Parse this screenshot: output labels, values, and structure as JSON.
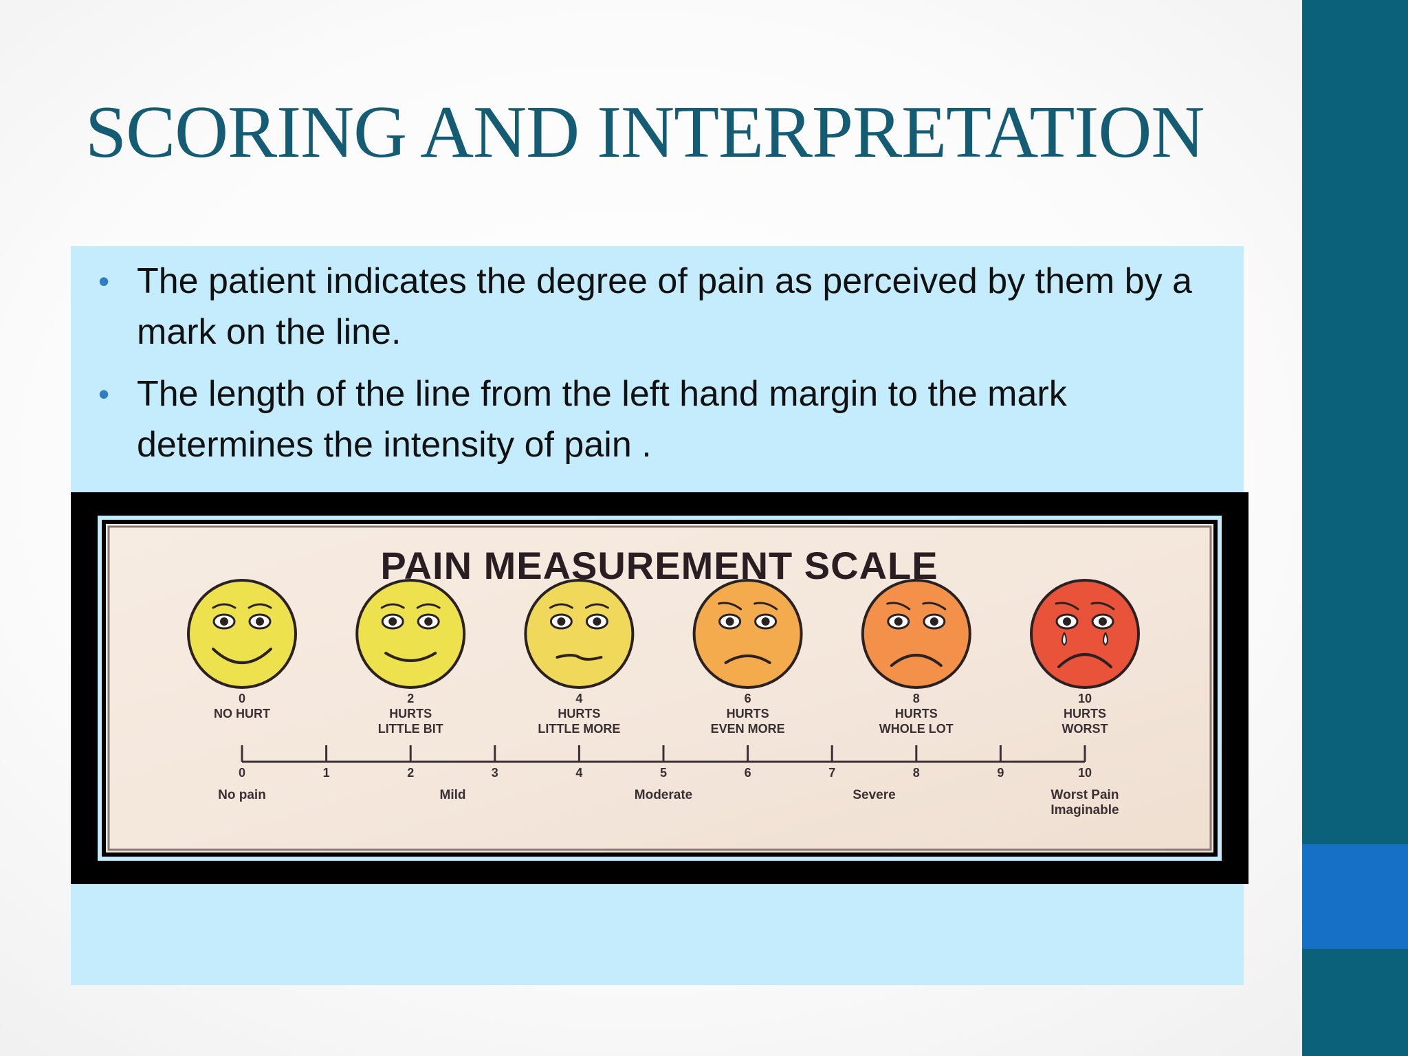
{
  "slide": {
    "title": "SCORING AND INTERPRETATION",
    "bullets": [
      "The patient indicates the degree of pain as perceived by them by a mark on the line.",
      "The length of the line from the left hand margin to the mark determines the intensity of pain ."
    ],
    "bullet_symbol": "•",
    "colors": {
      "title": "#135c74",
      "content_bg": "#c5ecfc",
      "sidebar": "#0b6179",
      "sidebar_accent": "#1670c6",
      "bullet": "#2f7ec2"
    }
  },
  "pain_scale": {
    "title": "PAIN MEASUREMENT SCALE",
    "faces": [
      {
        "score": "0",
        "label_line1": "NO HURT",
        "label_line2": "",
        "color": "#ede24e",
        "mood": "smile-big",
        "icon": "smiling-face-icon"
      },
      {
        "score": "2",
        "label_line1": "HURTS",
        "label_line2": "LITTLE BIT",
        "color": "#ede24e",
        "mood": "smile",
        "icon": "slight-smile-face-icon"
      },
      {
        "score": "4",
        "label_line1": "HURTS",
        "label_line2": "LITTLE MORE",
        "color": "#f0d85a",
        "mood": "neutral",
        "icon": "neutral-face-icon"
      },
      {
        "score": "6",
        "label_line1": "HURTS",
        "label_line2": "EVEN MORE",
        "color": "#f3ab4e",
        "mood": "frown",
        "icon": "frowning-face-icon"
      },
      {
        "score": "8",
        "label_line1": "HURTS",
        "label_line2": "WHOLE LOT",
        "color": "#f3914a",
        "mood": "frown-more",
        "icon": "sad-face-icon"
      },
      {
        "score": "10",
        "label_line1": "HURTS",
        "label_line2": "WORST",
        "color": "#e8533a",
        "mood": "crying",
        "icon": "crying-face-icon"
      }
    ],
    "ticks": [
      "0",
      "1",
      "2",
      "3",
      "4",
      "5",
      "6",
      "7",
      "8",
      "9",
      "10"
    ],
    "descriptors": [
      {
        "at": 0,
        "line1": "No pain",
        "line2": ""
      },
      {
        "at": 2.5,
        "line1": "Mild",
        "line2": ""
      },
      {
        "at": 5,
        "line1": "Moderate",
        "line2": ""
      },
      {
        "at": 7.5,
        "line1": "Severe",
        "line2": ""
      },
      {
        "at": 10,
        "line1": "Worst Pain",
        "line2": "Imaginable"
      }
    ]
  }
}
